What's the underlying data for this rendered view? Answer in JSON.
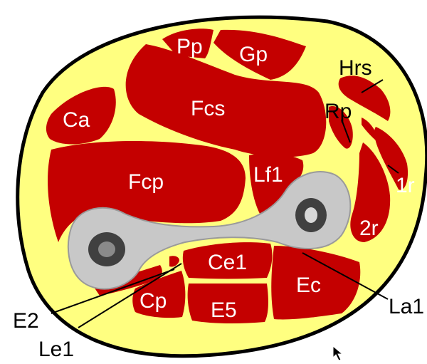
{
  "diagram": {
    "labels": {
      "pp": "Pp",
      "gp": "Gp",
      "hrs": "Hrs",
      "fcs": "Fcs",
      "rp": "Rp",
      "ca": "Ca",
      "fcp": "Fcp",
      "lf1": "Lf1",
      "r1": "1r",
      "r2": "2r",
      "ce1": "Ce1",
      "ec": "Ec",
      "la1": "La1",
      "e2": "E2",
      "cp": "Cp",
      "e5": "E5",
      "le1": "Le1"
    },
    "colors": {
      "muscle": "#c40000",
      "fat": "#ffff80",
      "outline": "#000000",
      "bone": "#c8c8c8",
      "marrow": "#404040"
    },
    "icons": [
      "mouse-cursor-icon"
    ]
  }
}
